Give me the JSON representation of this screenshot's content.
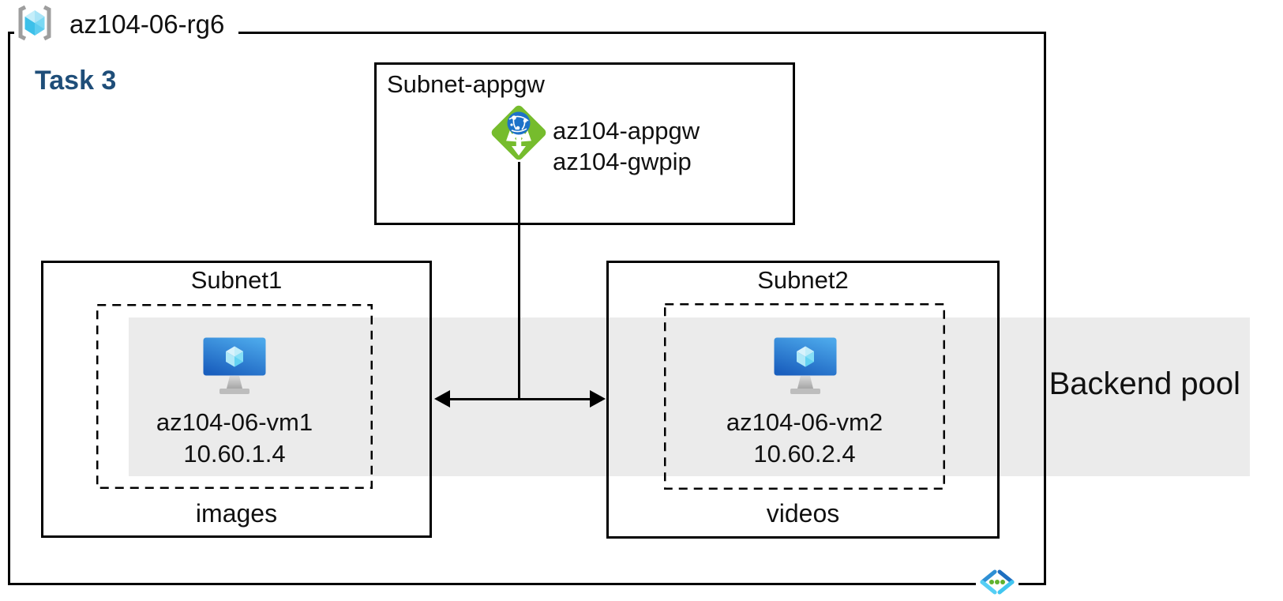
{
  "header": {
    "resource_group": "az104-06-rg6",
    "task": "Task 3"
  },
  "appgw_subnet": {
    "title": "Subnet-appgw",
    "gateway_name": "az104-appgw",
    "gateway_ip": "az104-gwpip"
  },
  "subnet1": {
    "title": "Subnet1",
    "vm_name": "az104-06-vm1",
    "vm_ip": "10.60.1.4",
    "container_label": "images"
  },
  "subnet2": {
    "title": "Subnet2",
    "vm_name": "az104-06-vm2",
    "vm_ip": "10.60.2.4",
    "container_label": "videos"
  },
  "backend_pool": {
    "label": "Backend pool"
  },
  "icons": {
    "resource_group": "resource-group-icon (cyan cube in gray brackets)",
    "application_gateway": "application-gateway-icon (green diamond, white arrows, blue globe)",
    "virtual_machine": "virtual-machine-icon (blue monitor with cyan cube)",
    "virtual_network": "virtual-network-icon (blue chevrons with green dots)"
  },
  "colors": {
    "backend_pool_bg": "#EBEBEB",
    "task_text": "#1F4E79",
    "appgw_green": "#76BC2D",
    "appgw_globe_blue": "#1D72C8",
    "vm_screen_top": "#4BA7EA",
    "vm_screen_bottom": "#1A5FBE",
    "rg_cube_cyan": "#45C6EC",
    "vnet_dot_green": "#5FB22F",
    "line_black": "#000000"
  }
}
